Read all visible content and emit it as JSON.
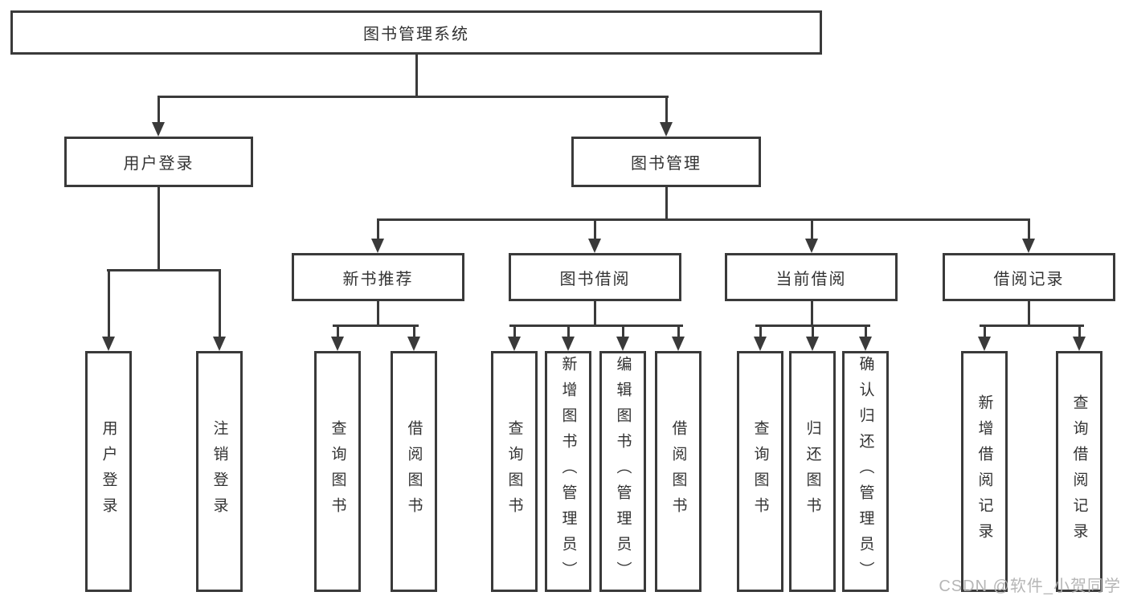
{
  "diagram": {
    "root": "图书管理系统",
    "branches": [
      {
        "label": "用户登录",
        "children": [
          "用户登录",
          "注销登录"
        ]
      },
      {
        "label": "图书管理",
        "sections": [
          {
            "label": "新书推荐",
            "children": [
              "查询图书",
              "借阅图书"
            ]
          },
          {
            "label": "图书借阅",
            "children": [
              "查询图书",
              "新增图书（管理员）",
              "编辑图书（管理员）",
              "借阅图书"
            ]
          },
          {
            "label": "当前借阅",
            "children": [
              "查询图书",
              "归还图书",
              "确认归还（管理员）"
            ]
          },
          {
            "label": "借阅记录",
            "children": [
              "新增借阅记录",
              "查询借阅记录"
            ]
          }
        ]
      }
    ]
  },
  "watermark": "CSDN @软件_小贺同学",
  "colors": {
    "line": "#3a3a3a",
    "text": "#333333",
    "watermark": "#b2b2b2",
    "background": "#ffffff"
  }
}
